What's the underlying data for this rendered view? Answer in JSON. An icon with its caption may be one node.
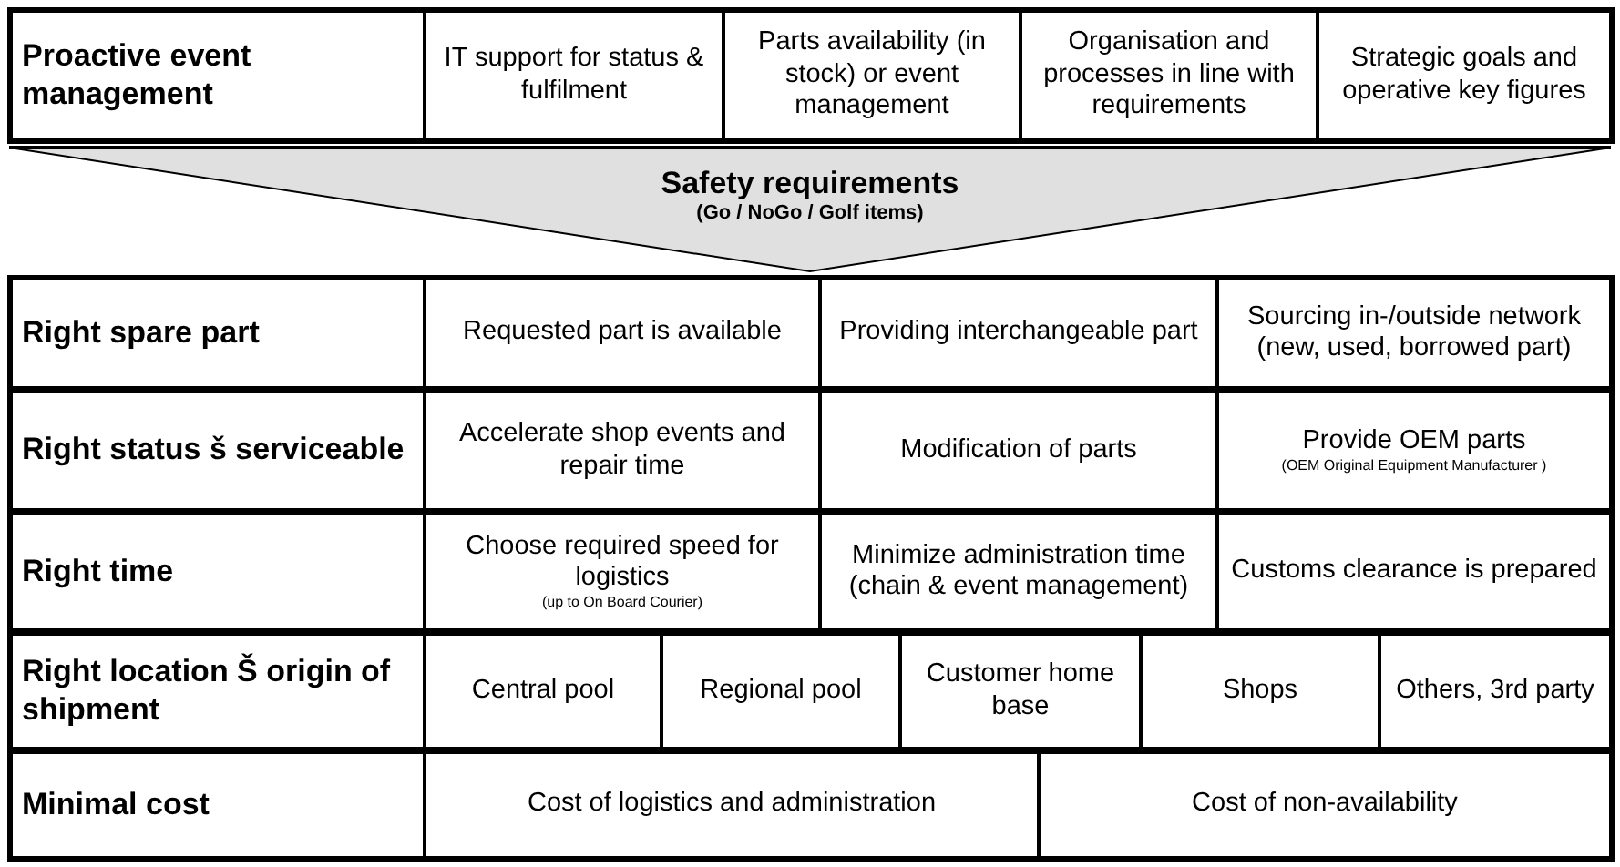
{
  "diagram": {
    "nodes": [
      {
        "text": [
          "Proactive event management"
        ]
      },
      {
        "text": [
          "IT support for status & fulfilment"
        ]
      },
      {
        "text": [
          "Parts availability (in stock) or event management"
        ]
      },
      {
        "text": [
          "Organisation and processes in line with requirements"
        ]
      },
      {
        "text": [
          "Strategic goals and operative key figures"
        ]
      },
      {
        "text": [
          "Safety requirements",
          "(Go / NoGo / Golf items)"
        ]
      },
      {
        "text": [
          "Right spare part"
        ]
      },
      {
        "text": [
          "Requested part is available"
        ]
      },
      {
        "text": [
          "Providing interchangeable part"
        ]
      },
      {
        "text": [
          "Sourcing in-/outside network (new, used, borrowed part)"
        ]
      },
      {
        "text": [
          "Right status š serviceable"
        ]
      },
      {
        "text": [
          "Accelerate shop events and repair time"
        ]
      },
      {
        "text": [
          "Modification of parts"
        ]
      },
      {
        "text": [
          "Provide OEM parts",
          "(OEM Original Equipment Manufacturer )"
        ]
      },
      {
        "text": [
          "Right time"
        ]
      },
      {
        "text": [
          "Choose required speed for logistics",
          "(up to On Board Courier)"
        ]
      },
      {
        "text": [
          "Minimize administration time (chain & event management)"
        ]
      },
      {
        "text": [
          "Customs clearance is prepared"
        ]
      },
      {
        "text": [
          "Right location Š origin of shipment"
        ]
      },
      {
        "text": [
          "Central pool"
        ]
      },
      {
        "text": [
          "Regional pool"
        ]
      },
      {
        "text": [
          "Customer home base"
        ]
      },
      {
        "text": [
          "Shops"
        ]
      },
      {
        "text": [
          "Others, 3rd party"
        ]
      },
      {
        "text": [
          "Minimal cost"
        ]
      },
      {
        "text": [
          "Cost of logistics and administration"
        ]
      },
      {
        "text": [
          "Cost of non-availability"
        ]
      }
    ]
  }
}
